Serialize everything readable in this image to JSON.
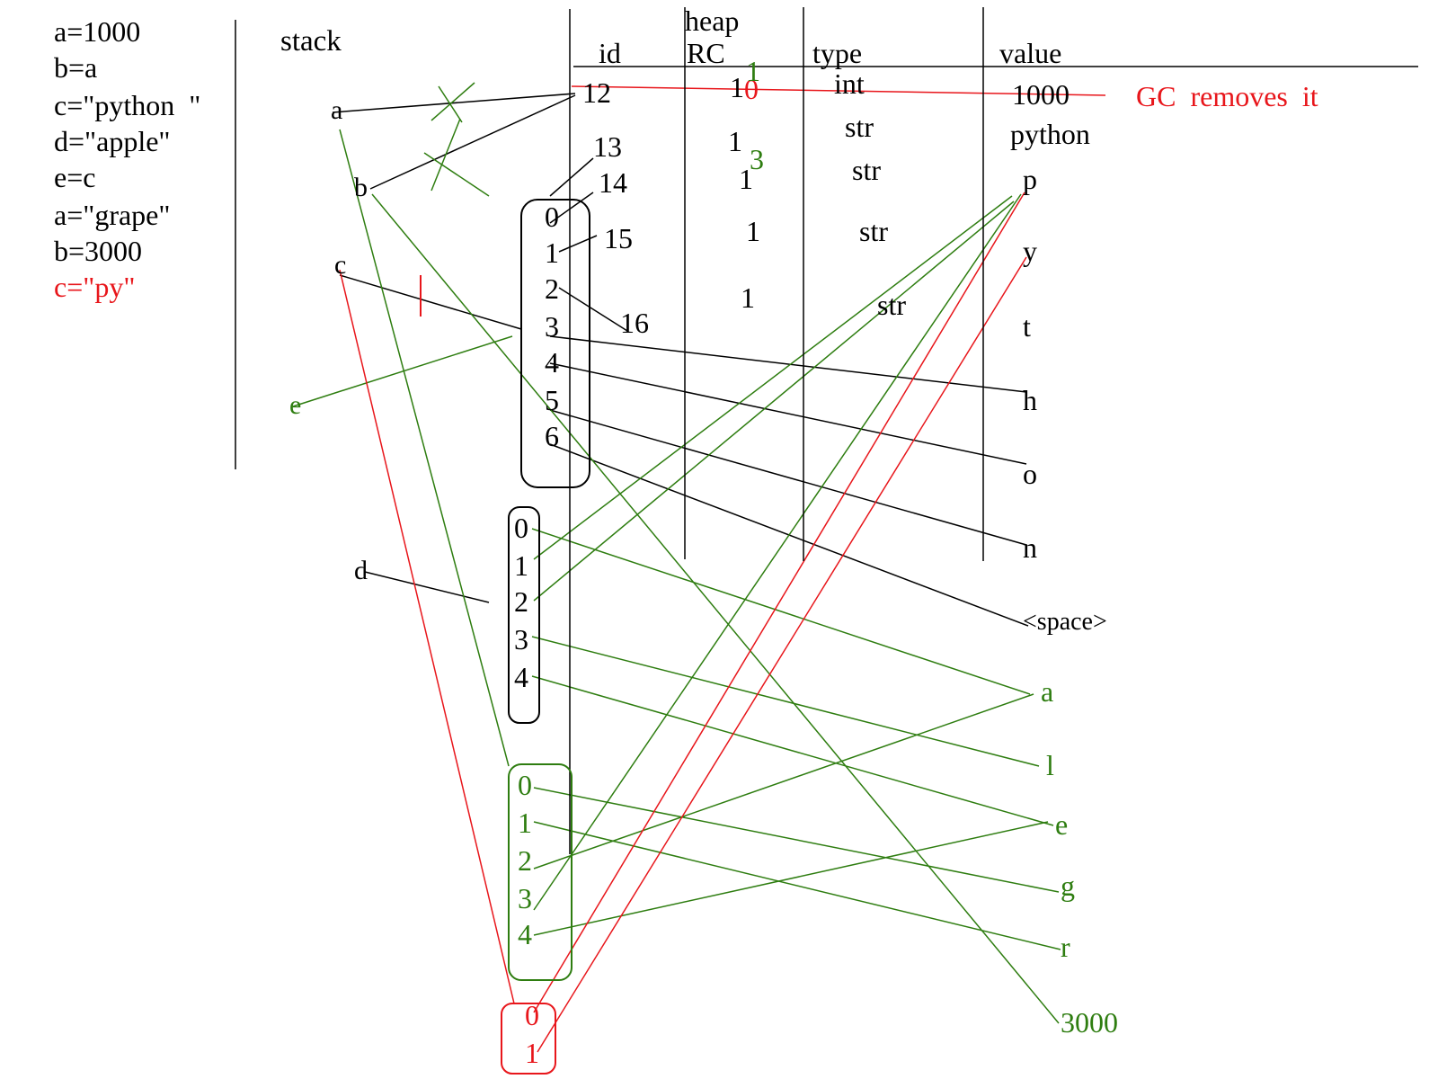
{
  "colors": {
    "black": "#000000",
    "green": "#2e7d10",
    "red": "#e8161b"
  },
  "code": {
    "lines": [
      {
        "text": "a=1000",
        "color": "black"
      },
      {
        "text": "b=a",
        "color": "black"
      },
      {
        "text": "c=\"python  \"",
        "color": "black"
      },
      {
        "text": "d=\"apple\"",
        "color": "black"
      },
      {
        "text": "e=c",
        "color": "black"
      },
      {
        "text": "a=\"grape\"",
        "color": "black"
      },
      {
        "text": "b=3000",
        "color": "black"
      },
      {
        "text": "c=\"py\"",
        "color": "red"
      }
    ]
  },
  "stack": {
    "title": "stack",
    "vars": {
      "a": "a",
      "b": "b",
      "c": "c",
      "d": "d",
      "e": "e"
    }
  },
  "heap": {
    "title": "heap",
    "headers": {
      "id": "id",
      "rc": "RC",
      "type": "type",
      "value": "value"
    },
    "ids": [
      "12",
      "13",
      "14",
      "15",
      "16"
    ],
    "rc": [
      "1",
      "0",
      "1",
      "3",
      "1",
      "1",
      "1",
      "1"
    ],
    "types": [
      "int",
      "str",
      "str",
      "str",
      "str"
    ],
    "values": [
      "1000",
      "python"
    ],
    "gc_note": "GC removes it"
  },
  "arrays": {
    "python_idx": [
      "0",
      "1",
      "2",
      "3",
      "4",
      "5",
      "6"
    ],
    "apple_idx": [
      "0",
      "1",
      "2",
      "3",
      "4"
    ],
    "grape_idx": [
      "0",
      "1",
      "2",
      "3",
      "4"
    ],
    "py_idx": [
      "0",
      "1"
    ]
  },
  "chars": {
    "python": [
      "p",
      "y",
      "t",
      "h",
      "o",
      "n",
      "<space>"
    ],
    "apple": [
      "a",
      "l",
      "e"
    ],
    "grape": [
      "g",
      "r"
    ],
    "int_3000": "3000"
  }
}
